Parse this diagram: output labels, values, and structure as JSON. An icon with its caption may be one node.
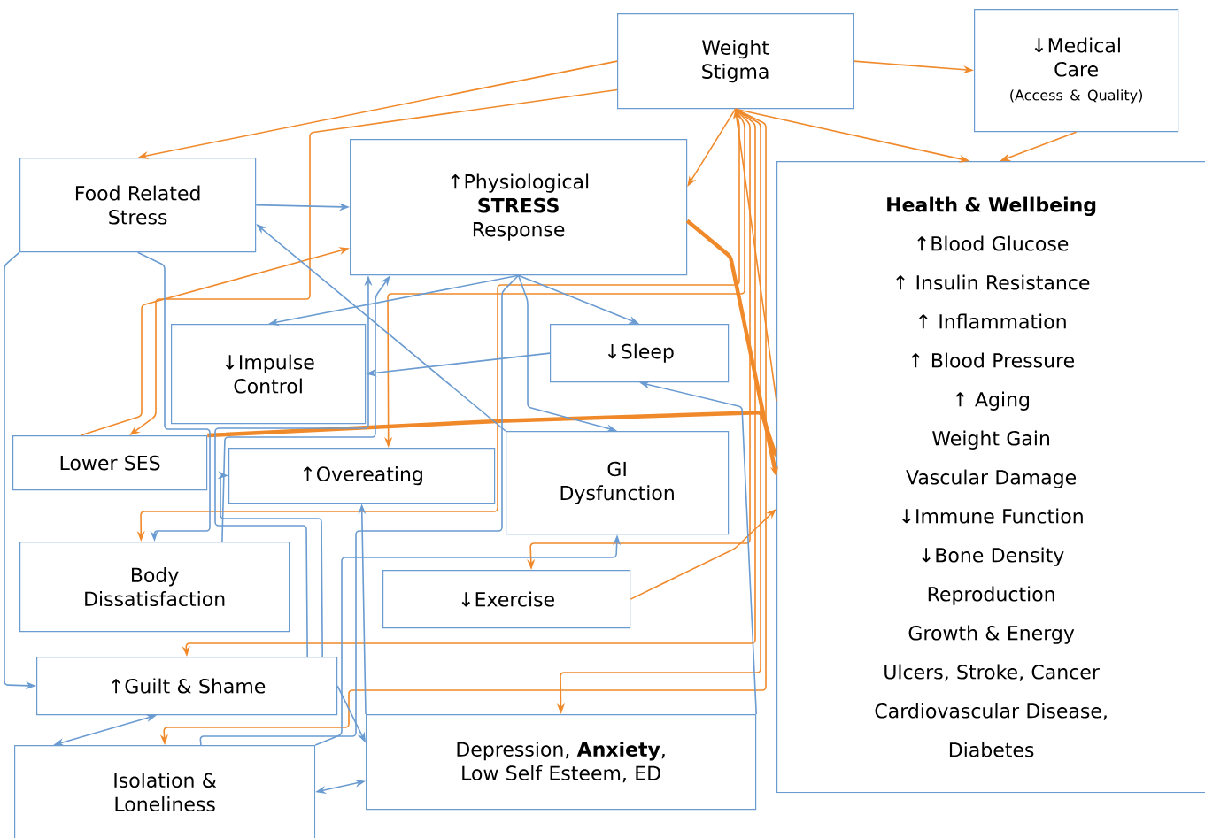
{
  "diagram": {
    "nodes": [
      {
        "text": [
          "Weight Stigma"
        ]
      },
      {
        "text": [
          "↓Medical Care",
          "(Access & Quality)"
        ]
      },
      {
        "text": [
          "Food Related Stress"
        ]
      },
      {
        "text": [
          "↑Physiological **STRESS** Response"
        ]
      },
      {
        "text": [
          "Health & Wellbeing",
          "↑Blood Glucose",
          "↑ Insulin Resistance",
          "↑ Inflammation",
          "↑ Blood Pressure",
          "↑ Aging",
          "Weight Gain",
          "Vascular Damage",
          "↓Immune Function",
          "↓Bone Density",
          "Reproduction",
          "Growth & Energy",
          "Ulcers, Stroke, Cancer",
          "Cardiovascular Disease,",
          "Diabetes"
        ]
      },
      {
        "text": [
          "↓Impulse Control"
        ]
      },
      {
        "text": [
          "↓Sleep"
        ]
      },
      {
        "text": [
          "Lower SES"
        ]
      },
      {
        "text": [
          "↑Overeating"
        ]
      },
      {
        "text": [
          "GI Dysfunction"
        ]
      },
      {
        "text": [
          "Body Dissatisfaction"
        ]
      },
      {
        "text": [
          "↓Exercise"
        ]
      },
      {
        "text": [
          "↑Guilt & Shame"
        ]
      },
      {
        "text": [
          "Isolation & Loneliness"
        ]
      },
      {
        "text": [
          "Depression, **Anxiety**, Low Self Esteem, ED"
        ]
      }
    ],
    "edges": [
      {
        "from": 0,
        "to": 2,
        "arrow": "to",
        "color": "#f0892a"
      },
      {
        "from": 0,
        "to": 1,
        "arrow": "to",
        "color": "#f0892a"
      },
      {
        "from": 0,
        "to": 4,
        "arrow": "to",
        "color": "#f0892a"
      },
      {
        "from": 1,
        "to": 4,
        "arrow": "to",
        "color": "#f0892a"
      },
      {
        "from": 0,
        "to": 3,
        "arrow": "to",
        "color": "#f0892a"
      },
      {
        "from": 0,
        "to": 7,
        "arrow": "to",
        "color": "#f0892a"
      },
      {
        "from": 7,
        "to": 3,
        "arrow": "to",
        "color": "#f0892a"
      },
      {
        "from": 7,
        "to": 4,
        "arrow": "to",
        "color": "#f0892a",
        "style": "thick"
      },
      {
        "from": 0,
        "to": 10,
        "arrow": "to",
        "color": "#f0892a"
      },
      {
        "from": 0,
        "to": 12,
        "arrow": "to",
        "color": "#f0892a"
      },
      {
        "from": 0,
        "to": 13,
        "arrow": "to",
        "color": "#f0892a"
      },
      {
        "from": 0,
        "to": 8,
        "arrow": "to",
        "color": "#f0892a"
      },
      {
        "from": 0,
        "to": 11,
        "arrow": "to",
        "color": "#f0892a"
      },
      {
        "from": 0,
        "to": 14,
        "arrow": "to",
        "color": "#f0892a"
      },
      {
        "from": 4,
        "to": 0,
        "arrow": "to",
        "color": "#f0892a"
      },
      {
        "from": 3,
        "to": 4,
        "arrow": "to",
        "color": "#f0892a",
        "style": "thick"
      },
      {
        "from": 11,
        "to": 4,
        "arrow": "to",
        "color": "#f0892a"
      },
      {
        "from": 2,
        "to": 3,
        "arrow": "to",
        "color": "#6a9bd1"
      },
      {
        "from": 2,
        "to": 10,
        "arrow": "to",
        "color": "#6a9bd1"
      },
      {
        "from": 2,
        "to": 12,
        "arrow": "to",
        "color": "#6a9bd1"
      },
      {
        "from": 3,
        "to": 5,
        "arrow": "to",
        "color": "#6a9bd1"
      },
      {
        "from": 3,
        "to": 6,
        "arrow": "to",
        "color": "#6a9bd1"
      },
      {
        "from": 3,
        "to": 9,
        "arrow": "to",
        "color": "#6a9bd1"
      },
      {
        "from": 3,
        "to": 13,
        "arrow": "none",
        "color": "#6a9bd1"
      },
      {
        "from": 6,
        "to": 5,
        "arrow": "to",
        "color": "#6a9bd1"
      },
      {
        "from": 12,
        "to": 3,
        "arrow": "to",
        "color": "#6a9bd1"
      },
      {
        "from": 13,
        "to": 14,
        "arrow": "both",
        "color": "#6a9bd1"
      },
      {
        "from": 12,
        "to": 13,
        "arrow": "both",
        "color": "#6a9bd1"
      },
      {
        "from": 12,
        "to": 14,
        "arrow": "to",
        "color": "#6a9bd1"
      },
      {
        "from": 14,
        "to": 8,
        "arrow": "to",
        "color": "#6a9bd1"
      },
      {
        "from": 14,
        "to": 6,
        "arrow": "to",
        "color": "#6a9bd1"
      },
      {
        "from": 13,
        "to": 9,
        "arrow": "to",
        "color": "#6a9bd1"
      },
      {
        "from": 9,
        "to": 2,
        "arrow": "to",
        "color": "#6a9bd1"
      },
      {
        "from": 12,
        "to": 8,
        "arrow": "to",
        "color": "#6a9bd1"
      },
      {
        "from": 10,
        "to": 3,
        "arrow": "to",
        "color": "#6a9bd1"
      }
    ]
  }
}
